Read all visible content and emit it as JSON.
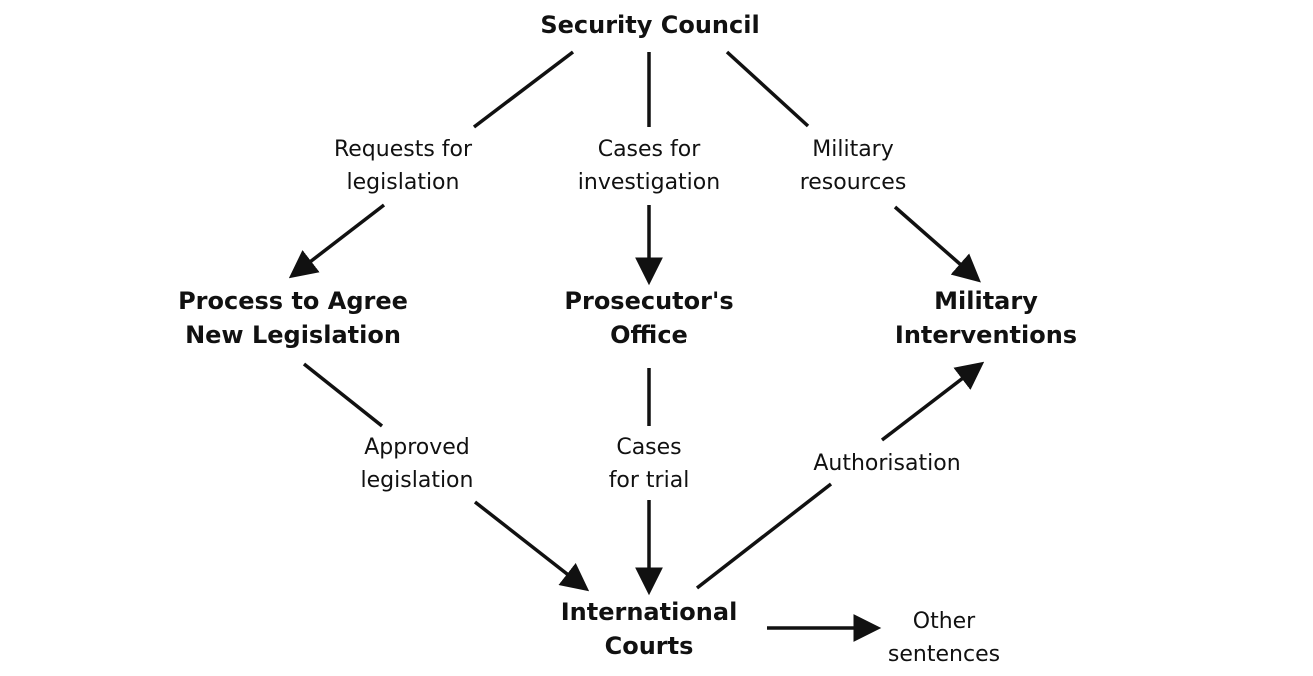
{
  "nodes": {
    "security_council": "Security Council",
    "process_legislation": [
      "Process to Agree",
      "New Legislation"
    ],
    "prosecutors_office": [
      "Prosecutor's",
      "Office"
    ],
    "military_interventions": [
      "Military",
      "Interventions"
    ],
    "international_courts": [
      "International",
      "Courts"
    ]
  },
  "edges": {
    "requests_for_legislation": [
      "Requests for",
      "legislation"
    ],
    "cases_for_investigation": [
      "Cases for",
      "investigation"
    ],
    "military_resources": [
      "Military",
      "resources"
    ],
    "approved_legislation": [
      "Approved",
      "legislation"
    ],
    "cases_for_trial": [
      "Cases",
      "for trial"
    ],
    "authorisation": [
      "Authorisation"
    ],
    "other_sentences": [
      "Other",
      "sentences"
    ]
  },
  "colors": {
    "ink": "#111111",
    "background": "#ffffff"
  }
}
